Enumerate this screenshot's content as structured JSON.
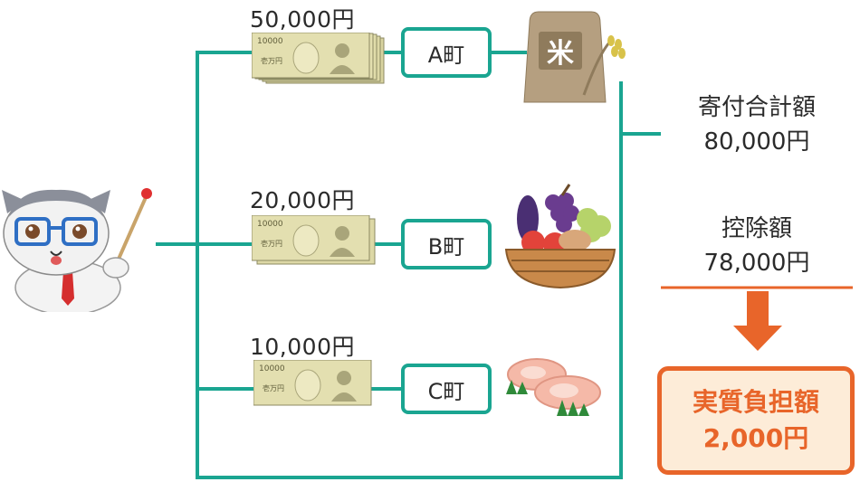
{
  "branches": [
    {
      "amount": "50,000円",
      "town": "A町",
      "gift": "rice-bag",
      "gift_text": "米"
    },
    {
      "amount": "20,000円",
      "town": "B町",
      "gift": "vegetable-basket"
    },
    {
      "amount": "10,000円",
      "town": "C町",
      "gift": "meat"
    }
  ],
  "bill": {
    "corner": "10000",
    "center": "壱万円"
  },
  "total": {
    "title": "寄付合計額",
    "value": "80,000円"
  },
  "deduction": {
    "title": "控除額",
    "value": "78,000円"
  },
  "net": {
    "title": "実質負担額",
    "value": "2,000円"
  },
  "colors": {
    "line": "#1aa591",
    "accent": "#e8652a",
    "result_fill": "#fdecd8",
    "bill": "#e3dfb0"
  }
}
